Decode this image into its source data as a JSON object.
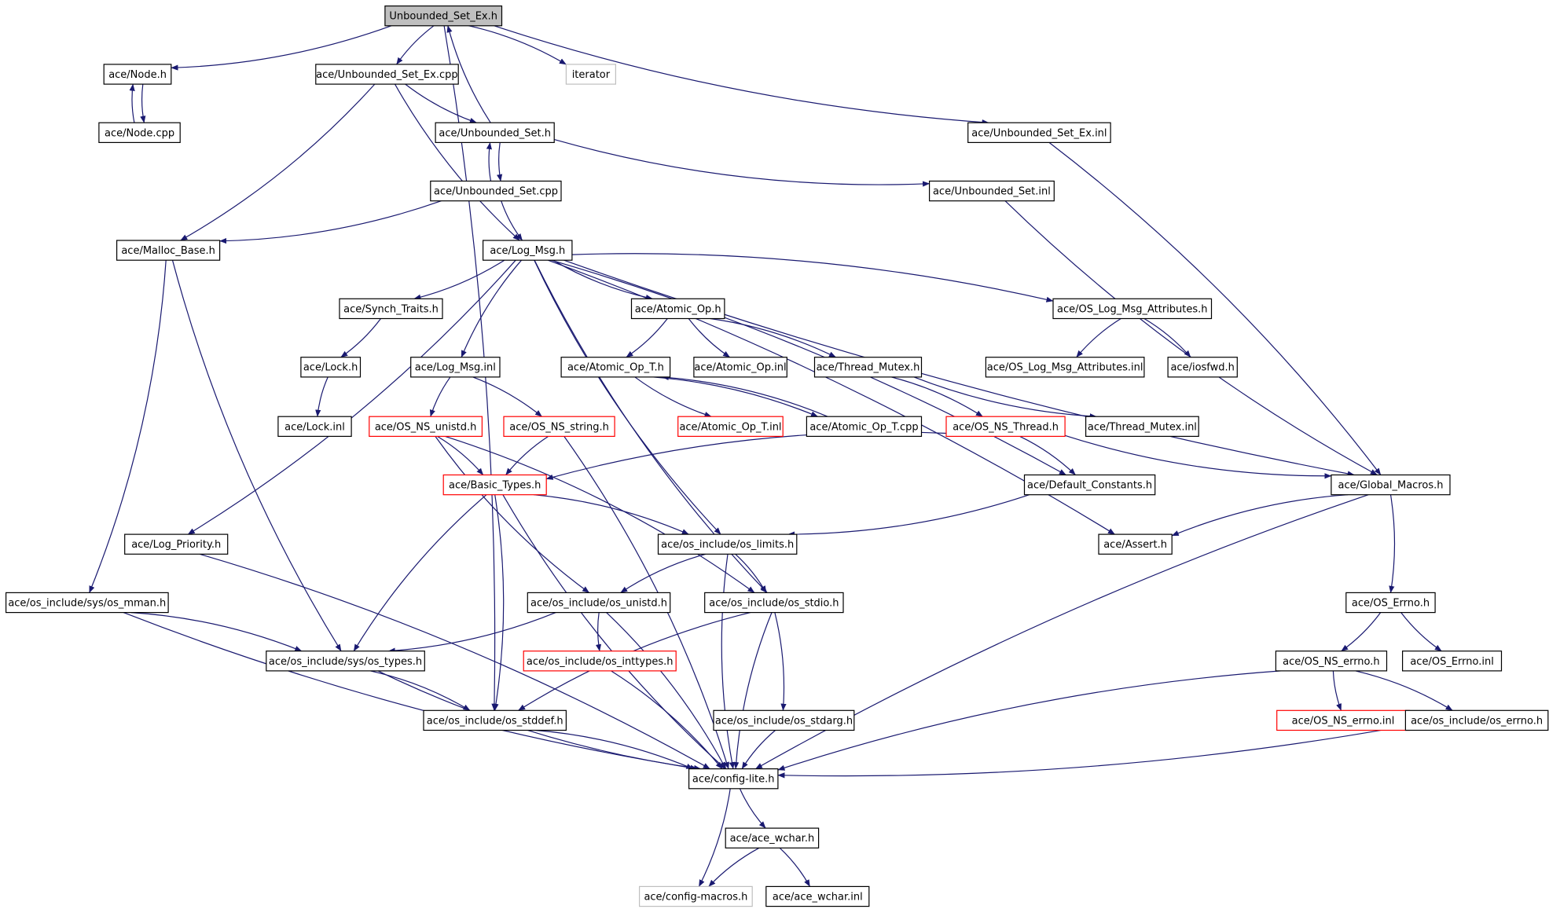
{
  "colors": {
    "edge": "#191970",
    "border_normal": "#000000",
    "border_truncated": "#ff0000",
    "border_external": "#bfbfbf",
    "root_fill": "#bfbfbf",
    "node_fill": "#ffffff",
    "text": "#000000"
  },
  "nodes": [
    {
      "id": "root",
      "label": "Unbounded_Set_Ex.h",
      "kind": "root"
    },
    {
      "id": "node_h",
      "label": "ace/Node.h",
      "kind": "normal"
    },
    {
      "id": "node_cpp",
      "label": "ace/Node.cpp",
      "kind": "normal"
    },
    {
      "id": "use_cpp",
      "label": "ace/Unbounded_Set_Ex.cpp",
      "kind": "normal"
    },
    {
      "id": "iterator",
      "label": "iterator",
      "kind": "external"
    },
    {
      "id": "us_h",
      "label": "ace/Unbounded_Set.h",
      "kind": "normal"
    },
    {
      "id": "use_inl",
      "label": "ace/Unbounded_Set_Ex.inl",
      "kind": "normal"
    },
    {
      "id": "us_cpp",
      "label": "ace/Unbounded_Set.cpp",
      "kind": "normal"
    },
    {
      "id": "us_inl",
      "label": "ace/Unbounded_Set.inl",
      "kind": "normal"
    },
    {
      "id": "malloc",
      "label": "ace/Malloc_Base.h",
      "kind": "normal"
    },
    {
      "id": "logmsg",
      "label": "ace/Log_Msg.h",
      "kind": "normal"
    },
    {
      "id": "synch",
      "label": "ace/Synch_Traits.h",
      "kind": "normal"
    },
    {
      "id": "atomic",
      "label": "ace/Atomic_Op.h",
      "kind": "normal"
    },
    {
      "id": "oslma",
      "label": "ace/OS_Log_Msg_Attributes.h",
      "kind": "normal"
    },
    {
      "id": "lock",
      "label": "ace/Lock.h",
      "kind": "normal"
    },
    {
      "id": "logmsg_inl",
      "label": "ace/Log_Msg.inl",
      "kind": "normal"
    },
    {
      "id": "atomic_t",
      "label": "ace/Atomic_Op_T.h",
      "kind": "normal"
    },
    {
      "id": "atomic_inl",
      "label": "ace/Atomic_Op.inl",
      "kind": "normal"
    },
    {
      "id": "thrmutex",
      "label": "ace/Thread_Mutex.h",
      "kind": "normal"
    },
    {
      "id": "oslma_inl",
      "label": "ace/OS_Log_Msg_Attributes.inl",
      "kind": "normal"
    },
    {
      "id": "iosfwd",
      "label": "ace/iosfwd.h",
      "kind": "normal"
    },
    {
      "id": "lock_inl",
      "label": "ace/Lock.inl",
      "kind": "normal"
    },
    {
      "id": "ns_unistd",
      "label": "ace/OS_NS_unistd.h",
      "kind": "truncated"
    },
    {
      "id": "ns_string",
      "label": "ace/OS_NS_string.h",
      "kind": "truncated"
    },
    {
      "id": "atomic_t_inl",
      "label": "ace/Atomic_Op_T.inl",
      "kind": "truncated"
    },
    {
      "id": "atomic_t_cpp",
      "label": "ace/Atomic_Op_T.cpp",
      "kind": "normal"
    },
    {
      "id": "ns_thread",
      "label": "ace/OS_NS_Thread.h",
      "kind": "truncated"
    },
    {
      "id": "thrmutex_inl",
      "label": "ace/Thread_Mutex.inl",
      "kind": "normal"
    },
    {
      "id": "basic",
      "label": "ace/Basic_Types.h",
      "kind": "truncated"
    },
    {
      "id": "defconst",
      "label": "ace/Default_Constants.h",
      "kind": "normal"
    },
    {
      "id": "globmac",
      "label": "ace/Global_Macros.h",
      "kind": "normal"
    },
    {
      "id": "logprio",
      "label": "ace/Log_Priority.h",
      "kind": "normal"
    },
    {
      "id": "oslimits",
      "label": "ace/os_include/os_limits.h",
      "kind": "normal"
    },
    {
      "id": "assert",
      "label": "ace/Assert.h",
      "kind": "normal"
    },
    {
      "id": "osmman",
      "label": "ace/os_include/sys/os_mman.h",
      "kind": "normal"
    },
    {
      "id": "osunistd",
      "label": "ace/os_include/os_unistd.h",
      "kind": "normal"
    },
    {
      "id": "osstdio",
      "label": "ace/os_include/os_stdio.h",
      "kind": "normal"
    },
    {
      "id": "oserrno_h",
      "label": "ace/OS_Errno.h",
      "kind": "normal"
    },
    {
      "id": "ostypes",
      "label": "ace/os_include/sys/os_types.h",
      "kind": "normal"
    },
    {
      "id": "osinttypes",
      "label": "ace/os_include/os_inttypes.h",
      "kind": "truncated"
    },
    {
      "id": "nserrno",
      "label": "ace/OS_NS_errno.h",
      "kind": "normal"
    },
    {
      "id": "oserrno_inl",
      "label": "ace/OS_Errno.inl",
      "kind": "normal"
    },
    {
      "id": "osstddef",
      "label": "ace/os_include/os_stddef.h",
      "kind": "normal"
    },
    {
      "id": "osstdarg",
      "label": "ace/os_include/os_stdarg.h",
      "kind": "normal"
    },
    {
      "id": "nserrno_inl",
      "label": "ace/OS_NS_errno.inl",
      "kind": "truncated"
    },
    {
      "id": "oserrno_os",
      "label": "ace/os_include/os_errno.h",
      "kind": "normal"
    },
    {
      "id": "config",
      "label": "ace/config-lite.h",
      "kind": "normal"
    },
    {
      "id": "wchar",
      "label": "ace/ace_wchar.h",
      "kind": "normal"
    },
    {
      "id": "cfgmacros",
      "label": "ace/config-macros.h",
      "kind": "external"
    },
    {
      "id": "wchar_inl",
      "label": "ace/ace_wchar.inl",
      "kind": "normal"
    }
  ],
  "edges": [
    [
      "root",
      "node_h"
    ],
    [
      "root",
      "use_cpp"
    ],
    [
      "root",
      "iterator"
    ],
    [
      "root",
      "use_inl"
    ],
    [
      "root",
      "osstddef"
    ],
    [
      "node_h",
      "node_cpp"
    ],
    [
      "node_cpp",
      "node_h"
    ],
    [
      "use_cpp",
      "us_h"
    ],
    [
      "use_cpp",
      "malloc"
    ],
    [
      "use_cpp",
      "logmsg"
    ],
    [
      "us_h",
      "root"
    ],
    [
      "us_h",
      "us_cpp"
    ],
    [
      "us_cpp",
      "us_h"
    ],
    [
      "us_h",
      "us_inl"
    ],
    [
      "us_cpp",
      "malloc"
    ],
    [
      "us_cpp",
      "logmsg"
    ],
    [
      "use_inl",
      "globmac"
    ],
    [
      "us_inl",
      "globmac"
    ],
    [
      "malloc",
      "osmman"
    ],
    [
      "malloc",
      "ostypes"
    ],
    [
      "logmsg",
      "synch"
    ],
    [
      "logmsg",
      "atomic"
    ],
    [
      "logmsg",
      "oslma"
    ],
    [
      "logmsg",
      "logmsg_inl"
    ],
    [
      "logmsg",
      "logprio"
    ],
    [
      "logmsg",
      "oslimits"
    ],
    [
      "logmsg",
      "defconst"
    ],
    [
      "logmsg",
      "globmac"
    ],
    [
      "logmsg",
      "assert"
    ],
    [
      "logmsg",
      "osstdio"
    ],
    [
      "synch",
      "lock"
    ],
    [
      "lock",
      "lock_inl"
    ],
    [
      "atomic",
      "atomic_t"
    ],
    [
      "atomic",
      "atomic_inl"
    ],
    [
      "atomic",
      "thrmutex"
    ],
    [
      "oslma",
      "oslma_inl"
    ],
    [
      "oslma",
      "iosfwd"
    ],
    [
      "logmsg_inl",
      "ns_unistd"
    ],
    [
      "logmsg_inl",
      "ns_string"
    ],
    [
      "atomic_t",
      "atomic_t_inl"
    ],
    [
      "atomic_t",
      "atomic_t_cpp"
    ],
    [
      "atomic_t_cpp",
      "atomic_t"
    ],
    [
      "thrmutex",
      "ns_thread"
    ],
    [
      "thrmutex",
      "thrmutex_inl"
    ],
    [
      "ns_unistd",
      "basic"
    ],
    [
      "ns_unistd",
      "osunistd"
    ],
    [
      "ns_unistd",
      "osstdio"
    ],
    [
      "ns_string",
      "basic"
    ],
    [
      "ns_string",
      "config"
    ],
    [
      "ns_thread",
      "basic"
    ],
    [
      "ns_thread",
      "defconst"
    ],
    [
      "ns_thread",
      "globmac"
    ],
    [
      "basic",
      "oslimits"
    ],
    [
      "basic",
      "ostypes"
    ],
    [
      "basic",
      "osstddef"
    ],
    [
      "basic",
      "config"
    ],
    [
      "defconst",
      "oslimits"
    ],
    [
      "globmac",
      "assert"
    ],
    [
      "globmac",
      "oserrno_h"
    ],
    [
      "globmac",
      "config"
    ],
    [
      "logprio",
      "config"
    ],
    [
      "oslimits",
      "osunistd"
    ],
    [
      "oslimits",
      "osstdio"
    ],
    [
      "oslimits",
      "config"
    ],
    [
      "osmman",
      "ostypes"
    ],
    [
      "osmman",
      "config"
    ],
    [
      "osunistd",
      "ostypes"
    ],
    [
      "osunistd",
      "osinttypes"
    ],
    [
      "osunistd",
      "config"
    ],
    [
      "osstdio",
      "osstddef"
    ],
    [
      "osstdio",
      "osstdarg"
    ],
    [
      "osstdio",
      "config"
    ],
    [
      "oserrno_h",
      "nserrno"
    ],
    [
      "oserrno_h",
      "oserrno_inl"
    ],
    [
      "ostypes",
      "osstddef"
    ],
    [
      "ostypes",
      "config"
    ],
    [
      "osinttypes",
      "config"
    ],
    [
      "nserrno",
      "nserrno_inl"
    ],
    [
      "nserrno",
      "oserrno_os"
    ],
    [
      "nserrno",
      "config"
    ],
    [
      "osstddef",
      "config"
    ],
    [
      "osstdarg",
      "config"
    ],
    [
      "oserrno_os",
      "config"
    ],
    [
      "config",
      "wchar"
    ],
    [
      "config",
      "cfgmacros"
    ],
    [
      "wchar",
      "cfgmacros"
    ],
    [
      "wchar",
      "wchar_inl"
    ]
  ]
}
